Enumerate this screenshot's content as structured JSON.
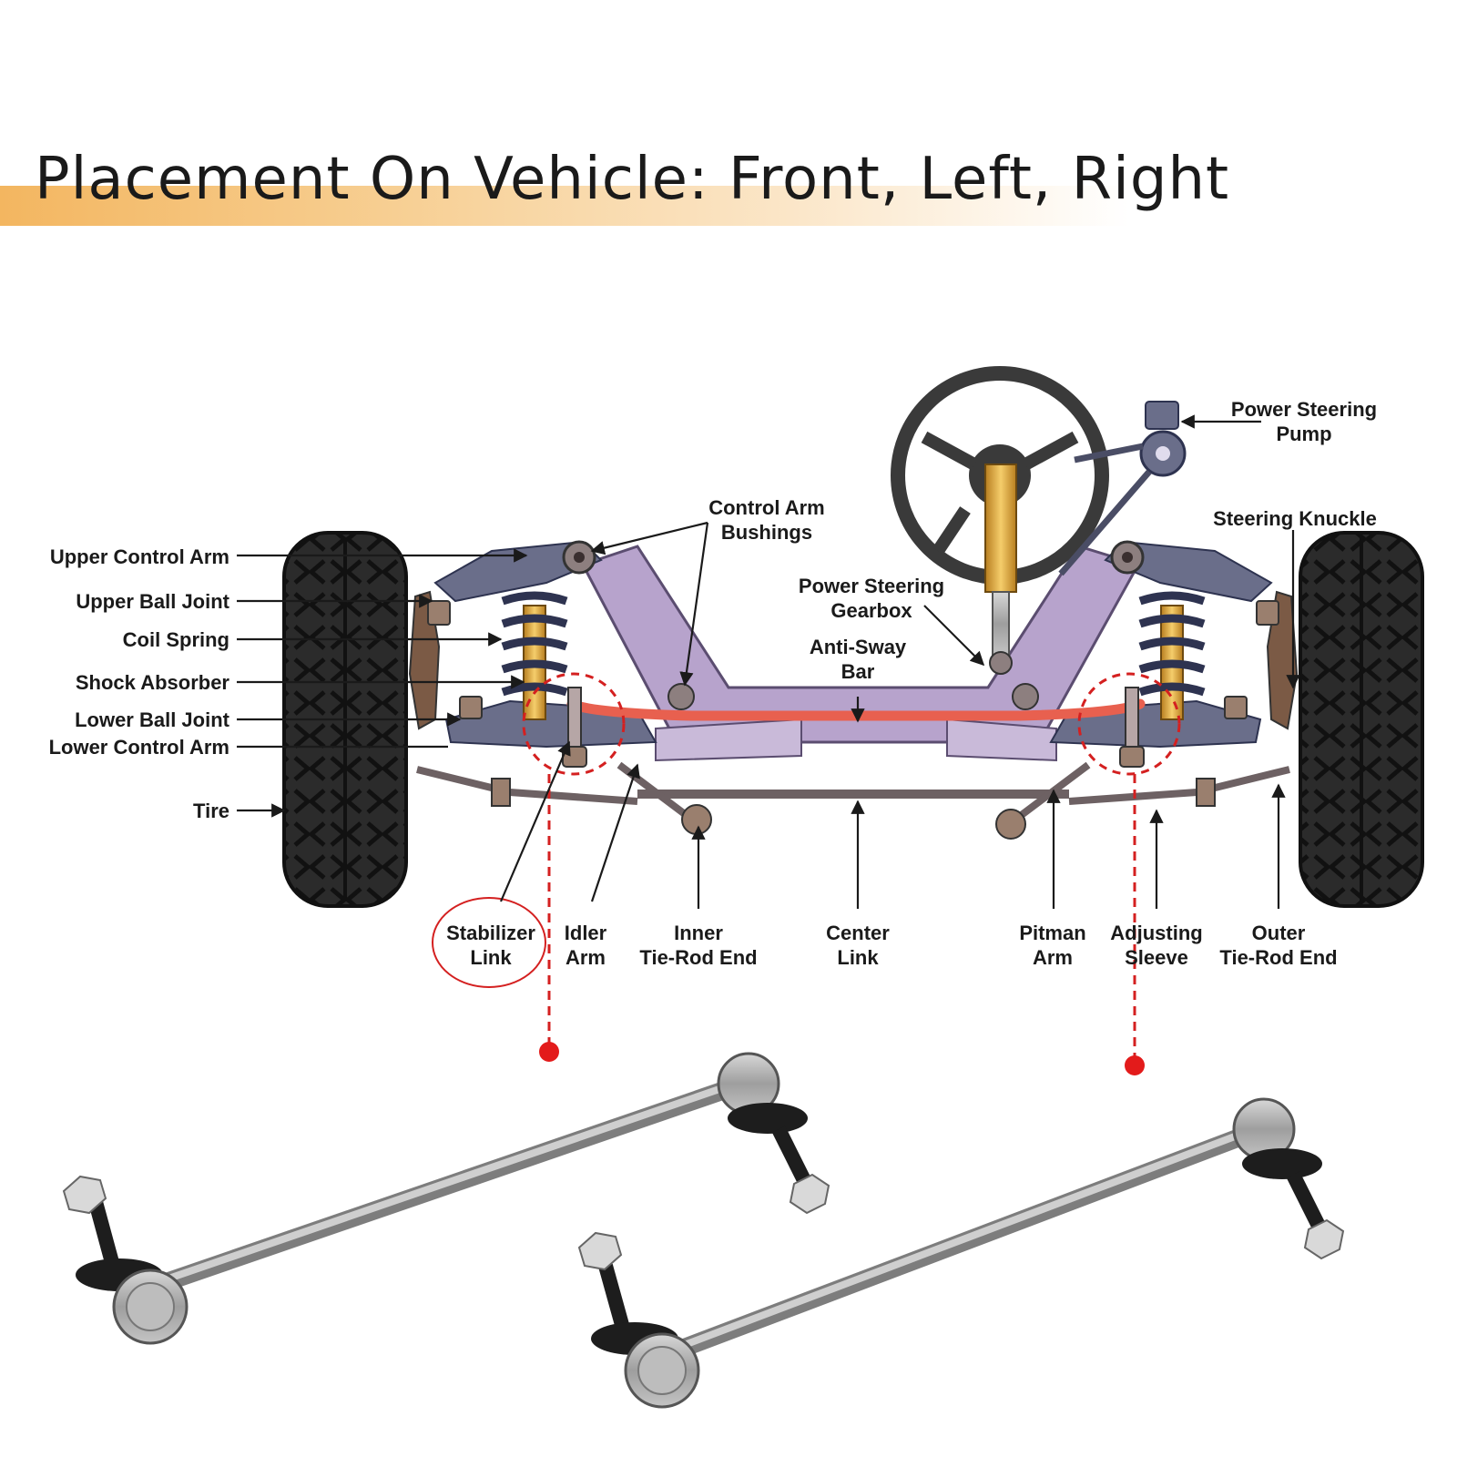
{
  "title": "Placement On Vehicle: Front, Left, Right",
  "colors": {
    "banner": "#f3b660",
    "frame": "#b7a3cc",
    "control_arm": "#6a6e8a",
    "anti_sway_bar": "#e8604f",
    "spring": "#2e3350",
    "shock": "#e0a93a",
    "highlight": "#d42020",
    "tire": "#2a2a2a",
    "link_metal": "#a9a9a9"
  },
  "labels": {
    "upper_control_arm": "Upper Control Arm",
    "upper_ball_joint": "Upper Ball Joint",
    "coil_spring": "Coil Spring",
    "shock_absorber": "Shock Absorber",
    "lower_ball_joint": "Lower Ball Joint",
    "lower_control_arm": "Lower Control Arm",
    "tire": "Tire",
    "control_arm_bushings": [
      "Control Arm",
      "Bushings"
    ],
    "power_steering_gearbox": [
      "Power Steering",
      "Gearbox"
    ],
    "anti_sway_bar": [
      "Anti-Sway",
      "Bar"
    ],
    "power_steering_pump": [
      "Power Steering",
      "Pump"
    ],
    "steering_knuckle": "Steering Knuckle",
    "stabilizer_link": [
      "Stabilizer",
      "Link"
    ],
    "idler_arm": [
      "Idler",
      "Arm"
    ],
    "inner_tie_rod_end": [
      "Inner",
      "Tie-Rod End"
    ],
    "center_link": [
      "Center",
      "Link"
    ],
    "pitman_arm": [
      "Pitman",
      "Arm"
    ],
    "adjusting_sleeve": [
      "Adjusting",
      "Sleeve"
    ],
    "outer_tie_rod_end": [
      "Outer",
      "Tie-Rod End"
    ]
  }
}
